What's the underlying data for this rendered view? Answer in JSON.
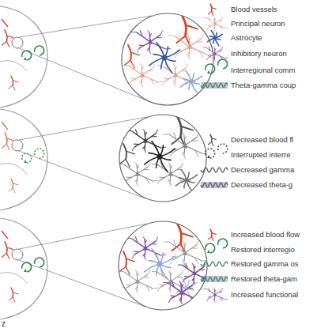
{
  "diagram": {
    "labels": [
      "z"
    ],
    "legend": [
      {
        "text": "Blood vessels"
      },
      {
        "text": "Principal neuron"
      },
      {
        "text": "Astrocyte"
      },
      {
        "text": "Inhibitory neuron"
      },
      {
        "text": "Interregional comm"
      },
      {
        "text": "Theta-gamma coup"
      },
      {
        "text": "Decreased blood fl"
      },
      {
        "text": "Interrupted interre"
      },
      {
        "text": "Decreased gamma"
      },
      {
        "text": "Decreased theta-g"
      },
      {
        "text": "Increased blood flow"
      },
      {
        "text": "Restored interregio"
      },
      {
        "text": "Restored gamma os"
      },
      {
        "text": "Restored theta-gam"
      },
      {
        "text": "Increased functional"
      }
    ]
  }
}
